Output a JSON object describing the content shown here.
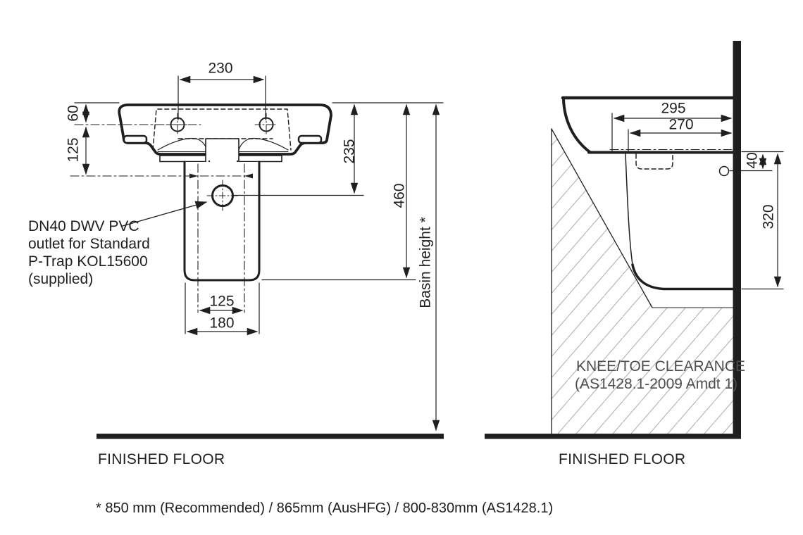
{
  "colors": {
    "ink": "#1f1f1f",
    "hatch": "#b3b3b3",
    "muted_text": "#4d4d4d"
  },
  "front_view": {
    "dim_tap_hole_centres": "230",
    "dim_rim_to_hole_centreline": "60",
    "dim_centreline_to_fixing_line": "125",
    "dim_rim_to_outlet": "235",
    "dim_rim_to_shroud_bottom": "460",
    "dim_fixing_centres": "125",
    "dim_shroud_width": "180",
    "basin_height_label": "Basin height *",
    "outlet_note": [
      "DN40 DWV PVC",
      "outlet for Standard",
      "P-Trap KOL15600",
      "(supplied)"
    ],
    "floor_label": "FINISHED FLOOR"
  },
  "side_view": {
    "dim_depth_overall": "295",
    "dim_depth_inner": "270",
    "dim_outlet_drop": "40",
    "dim_underside_to_bottom": "320",
    "clearance_note": [
      "KNEE/TOE CLEARANCE",
      "(AS1428.1-2009 Amdt 1)"
    ],
    "floor_label": "FINISHED FLOOR"
  },
  "footnote": "* 850 mm (Recommended) / 865mm (AusHFG) / 800-830mm (AS1428.1)"
}
